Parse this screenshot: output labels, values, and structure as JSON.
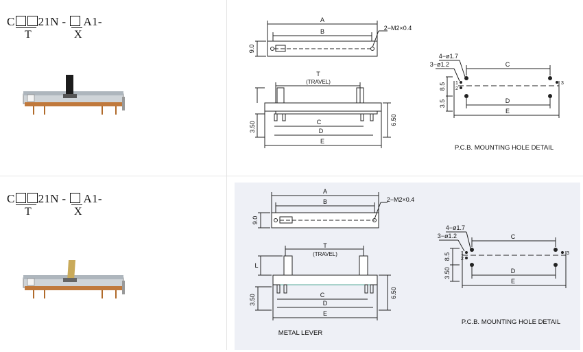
{
  "rows": [
    {
      "model": {
        "prefix": "C",
        "middle": "21N -",
        "suffix": "A1-",
        "sub_t": "T",
        "sub_x": "X"
      },
      "lever": "plastic",
      "drawing": {
        "dims": {
          "A": "A",
          "B": "B",
          "C": "C",
          "D": "D",
          "E": "E",
          "T": "T",
          "travel": "(TRAVEL)",
          "h9": "9.0",
          "h350": "3.50",
          "h650": "6.50",
          "hole": "2−M2×0.4"
        },
        "pcb": {
          "hole17": "4−ø1.7",
          "hole12": "3−ø1.2",
          "h85": "8.5",
          "h35": "3.5",
          "C": "C",
          "D": "D",
          "E": "E",
          "n1": "1",
          "n2": "2",
          "n3": "3"
        },
        "caption": "P.C.B. MOUNTING HOLE DETAIL"
      }
    },
    {
      "model": {
        "prefix": "C",
        "middle": "21N -",
        "suffix": "A1-",
        "sub_t": "T",
        "sub_x": "X"
      },
      "lever": "metal",
      "drawing": {
        "dims": {
          "A": "A",
          "B": "B",
          "C": "C",
          "D": "D",
          "E": "E",
          "T": "T",
          "L": "L",
          "travel": "(TRAVEL)",
          "h9": "9.0",
          "h350": "3.50",
          "h650": "6.50",
          "hole": "2−M2×0.4"
        },
        "pcb": {
          "hole17": "4−ø1.7",
          "hole12": "3−ø1.2",
          "h85": "8.5",
          "h35": "3.50",
          "C": "C",
          "D": "D",
          "E": "E",
          "n1": "1",
          "n2": "2",
          "n3": "3"
        },
        "caption": "P.C.B. MOUNTING HOLE DETAIL",
        "lever_caption": "METAL LEVER"
      }
    }
  ],
  "colors": {
    "lever_black": "#1c1c1c",
    "lever_brass": "#c9aa5a",
    "rail": "#9aa7b3",
    "pin": "#b06a2a",
    "panel": "#eef0f6"
  }
}
